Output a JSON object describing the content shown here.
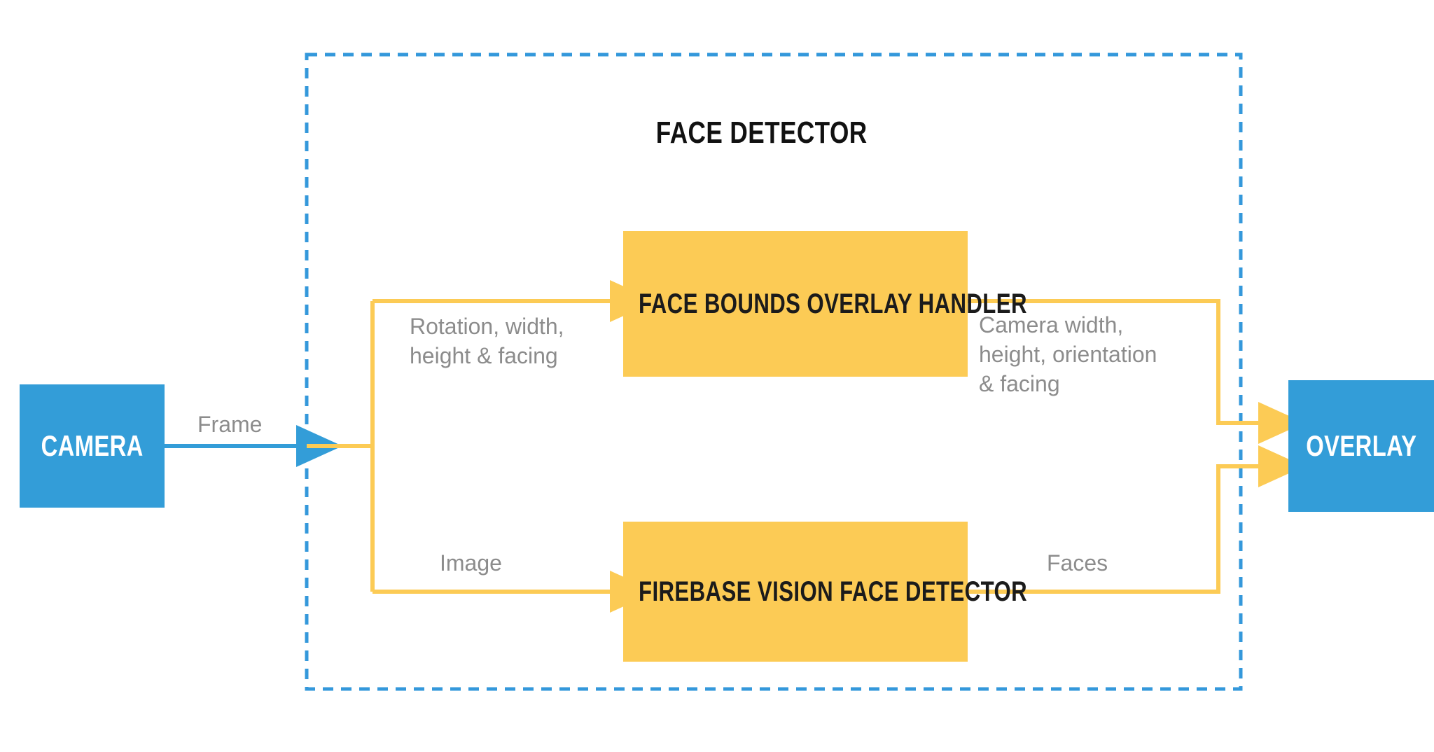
{
  "diagram": {
    "title": "FACE DETECTOR",
    "colors": {
      "blue": "#339DD8",
      "yellow": "#FCCB55",
      "label_gray": "#8c8c8c",
      "box_text_dark": "#1b1b1b",
      "box_text_light": "#ffffff",
      "background": "#ffffff",
      "dashed_border": "#3498DB"
    },
    "nodes": {
      "camera": "CAMERA",
      "overlay": "OVERLAY",
      "face_bounds_overlay_handler": "FACE BOUNDS OVERLAY HANDLER",
      "firebase_vision_face_detector": "FIREBASE VISION FACE DETECTOR"
    },
    "edges": {
      "frame": "Frame",
      "rotation_width_height_facing": "Rotation, width,\nheight & facing",
      "image": "Image",
      "camera_width_height_orientation_facing": "Camera width,\nheight, orientation\n& facing",
      "faces": "Faces"
    }
  }
}
